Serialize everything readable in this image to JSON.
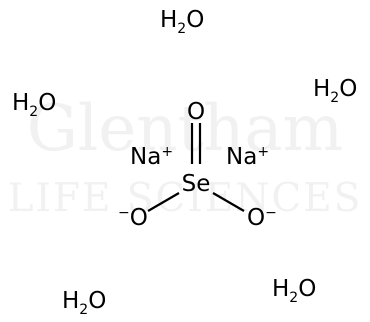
{
  "colors": {
    "background": "#ffffff",
    "ink": "#000000",
    "watermark": "#f1f1f1"
  },
  "watermark": {
    "line1": "Glentham",
    "line2": "LIFE SCIENCES"
  },
  "waters": [
    {
      "h": "H",
      "n": "2",
      "o": "O"
    },
    {
      "h": "H",
      "n": "2",
      "o": "O"
    },
    {
      "h": "H",
      "n": "2",
      "o": "O"
    },
    {
      "h": "H",
      "n": "2",
      "o": "O"
    },
    {
      "h": "H",
      "n": "2",
      "o": "O"
    }
  ],
  "selenite": {
    "center": "Se",
    "top": "O",
    "left_o": "O",
    "left_charge": "−",
    "right_o": "O",
    "right_charge": "−"
  },
  "counterions": [
    {
      "symbol": "Na",
      "charge": "+"
    },
    {
      "symbol": "Na",
      "charge": "+"
    }
  ]
}
